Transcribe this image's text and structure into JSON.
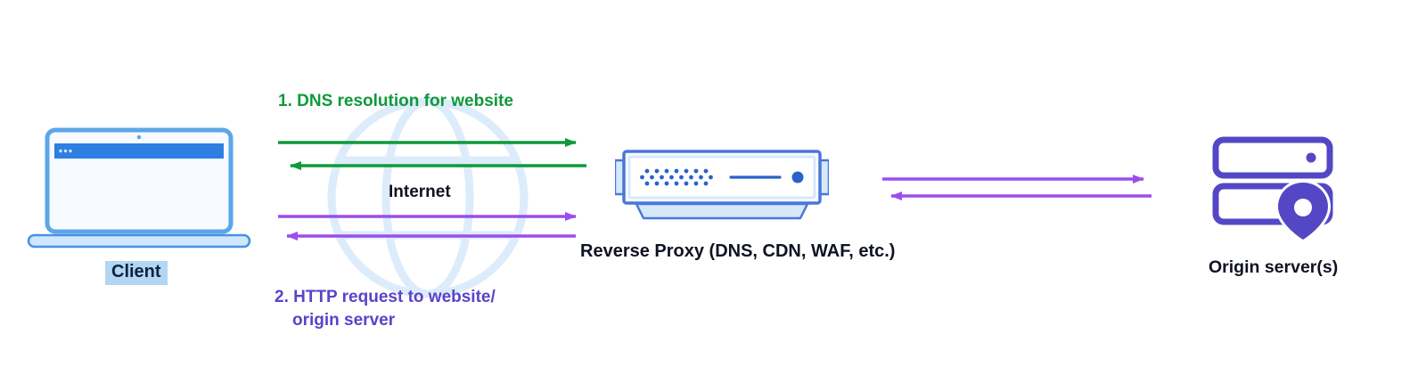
{
  "diagram": {
    "client": {
      "label": "Client"
    },
    "internet": {
      "label": "Internet"
    },
    "flows": {
      "dns": {
        "label": "1. DNS resolution for website"
      },
      "http": {
        "label_line1": "2. HTTP request to website/",
        "label_line2": "origin server"
      }
    },
    "reverse_proxy": {
      "label": "Reverse Proxy (DNS, CDN, WAF, etc.)"
    },
    "origin": {
      "label": "Origin server(s)"
    },
    "colors": {
      "green_arrow": "#0f993b",
      "purple_arrow": "#9b4dee",
      "http_text": "#5a43c9",
      "proxy_blue": "#4a77d9",
      "proxy_blue_light": "#d6e9fb",
      "proxy_dot_blue": "#2a62c9",
      "laptop_blue": "#5ba6ea",
      "laptop_bar_blue": "#2d7fe2",
      "laptop_base_fill": "#cfe7fb",
      "origin_purple": "#5447c5",
      "globe_light_blue": "#dcecfb",
      "client_highlight": "#b3d6f3",
      "label_dark": "#101828"
    }
  }
}
